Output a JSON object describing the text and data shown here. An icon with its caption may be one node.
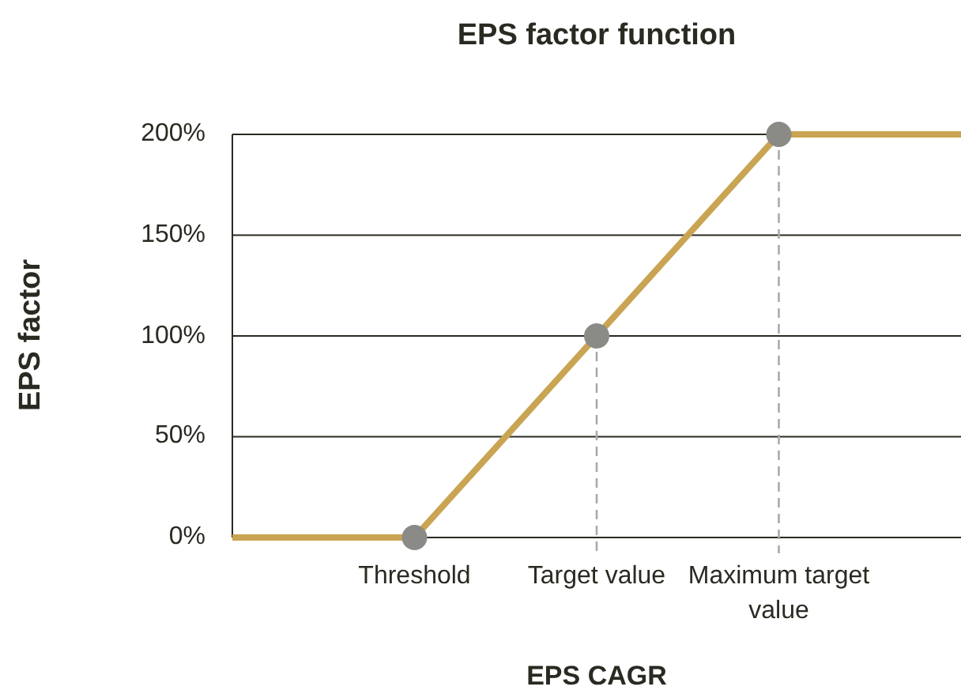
{
  "diagram": {
    "title": "EPS factor function",
    "chart_data": {
      "type": "line",
      "xlabel": "EPS CAGR",
      "ylabel": "EPS factor",
      "categories": [
        null,
        "Threshold",
        "Target value",
        "Maximum target value",
        null
      ],
      "series": [
        {
          "color": "#c9a452",
          "marker": "circle",
          "values": [
            0,
            0,
            100,
            200,
            200
          ]
        }
      ],
      "ylim": [
        0,
        200
      ],
      "grid": true,
      "ref_lines": [
        {
          "axis": "x",
          "value": "Target value",
          "color": "#aaaaaa"
        },
        {
          "axis": "x",
          "value": "Maximum target value",
          "color": "#aaaaaa"
        }
      ],
      "yticks": [
        {
          "value": 0,
          "label": "0%"
        },
        {
          "value": 50,
          "label": "50%"
        },
        {
          "value": 100,
          "label": "100%"
        },
        {
          "value": 150,
          "label": "150%"
        },
        {
          "value": 200,
          "label": "200%"
        }
      ]
    }
  }
}
